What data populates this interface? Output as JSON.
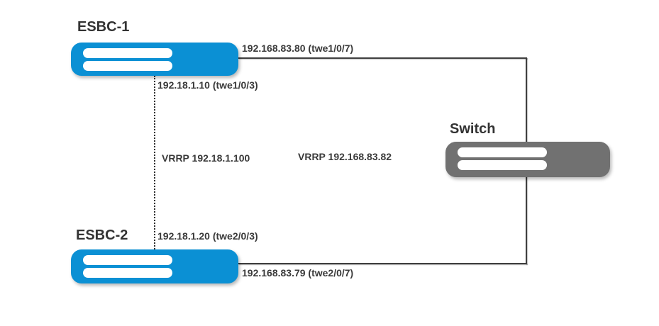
{
  "diagram": {
    "type": "network-topology",
    "devices": [
      {
        "id": "esbc-1",
        "label": "ESBC-1",
        "role": "session-border-controller",
        "color": "#0b90d4"
      },
      {
        "id": "esbc-2",
        "label": "ESBC-2",
        "role": "session-border-controller",
        "color": "#0b90d4"
      },
      {
        "id": "switch",
        "label": "Switch",
        "role": "switch",
        "color": "#717171"
      }
    ],
    "links": [
      {
        "id": "esbc1-switch-uplink",
        "label": "192.168.83.80 (twe1/0/7)",
        "style": "solid",
        "endpoints": [
          "esbc-1",
          "switch"
        ]
      },
      {
        "id": "esbc1-lan-port",
        "label": "192.18.1.10 (twe1/0/3)",
        "style": "dotted",
        "endpoints": [
          "esbc-1",
          "esbc-2"
        ]
      },
      {
        "id": "vrrp-lan",
        "label": "VRRP 192.18.1.100",
        "style": "annotation"
      },
      {
        "id": "vrrp-wan",
        "label": "VRRP 192.168.83.82",
        "style": "annotation"
      },
      {
        "id": "esbc2-lan-port",
        "label": "192.18.1.20 (twe2/0/3)",
        "style": "dotted",
        "endpoints": [
          "esbc-2",
          "esbc-1"
        ]
      },
      {
        "id": "esbc2-switch-uplink",
        "label": "192.168.83.79 (twe2/0/7)",
        "style": "solid",
        "endpoints": [
          "esbc-2",
          "switch"
        ]
      }
    ],
    "colors": {
      "device_blue": "#0b90d4",
      "device_gray": "#717171",
      "line": "#3f3f3f",
      "text": "#3a3a3a",
      "background": "#ffffff"
    }
  }
}
